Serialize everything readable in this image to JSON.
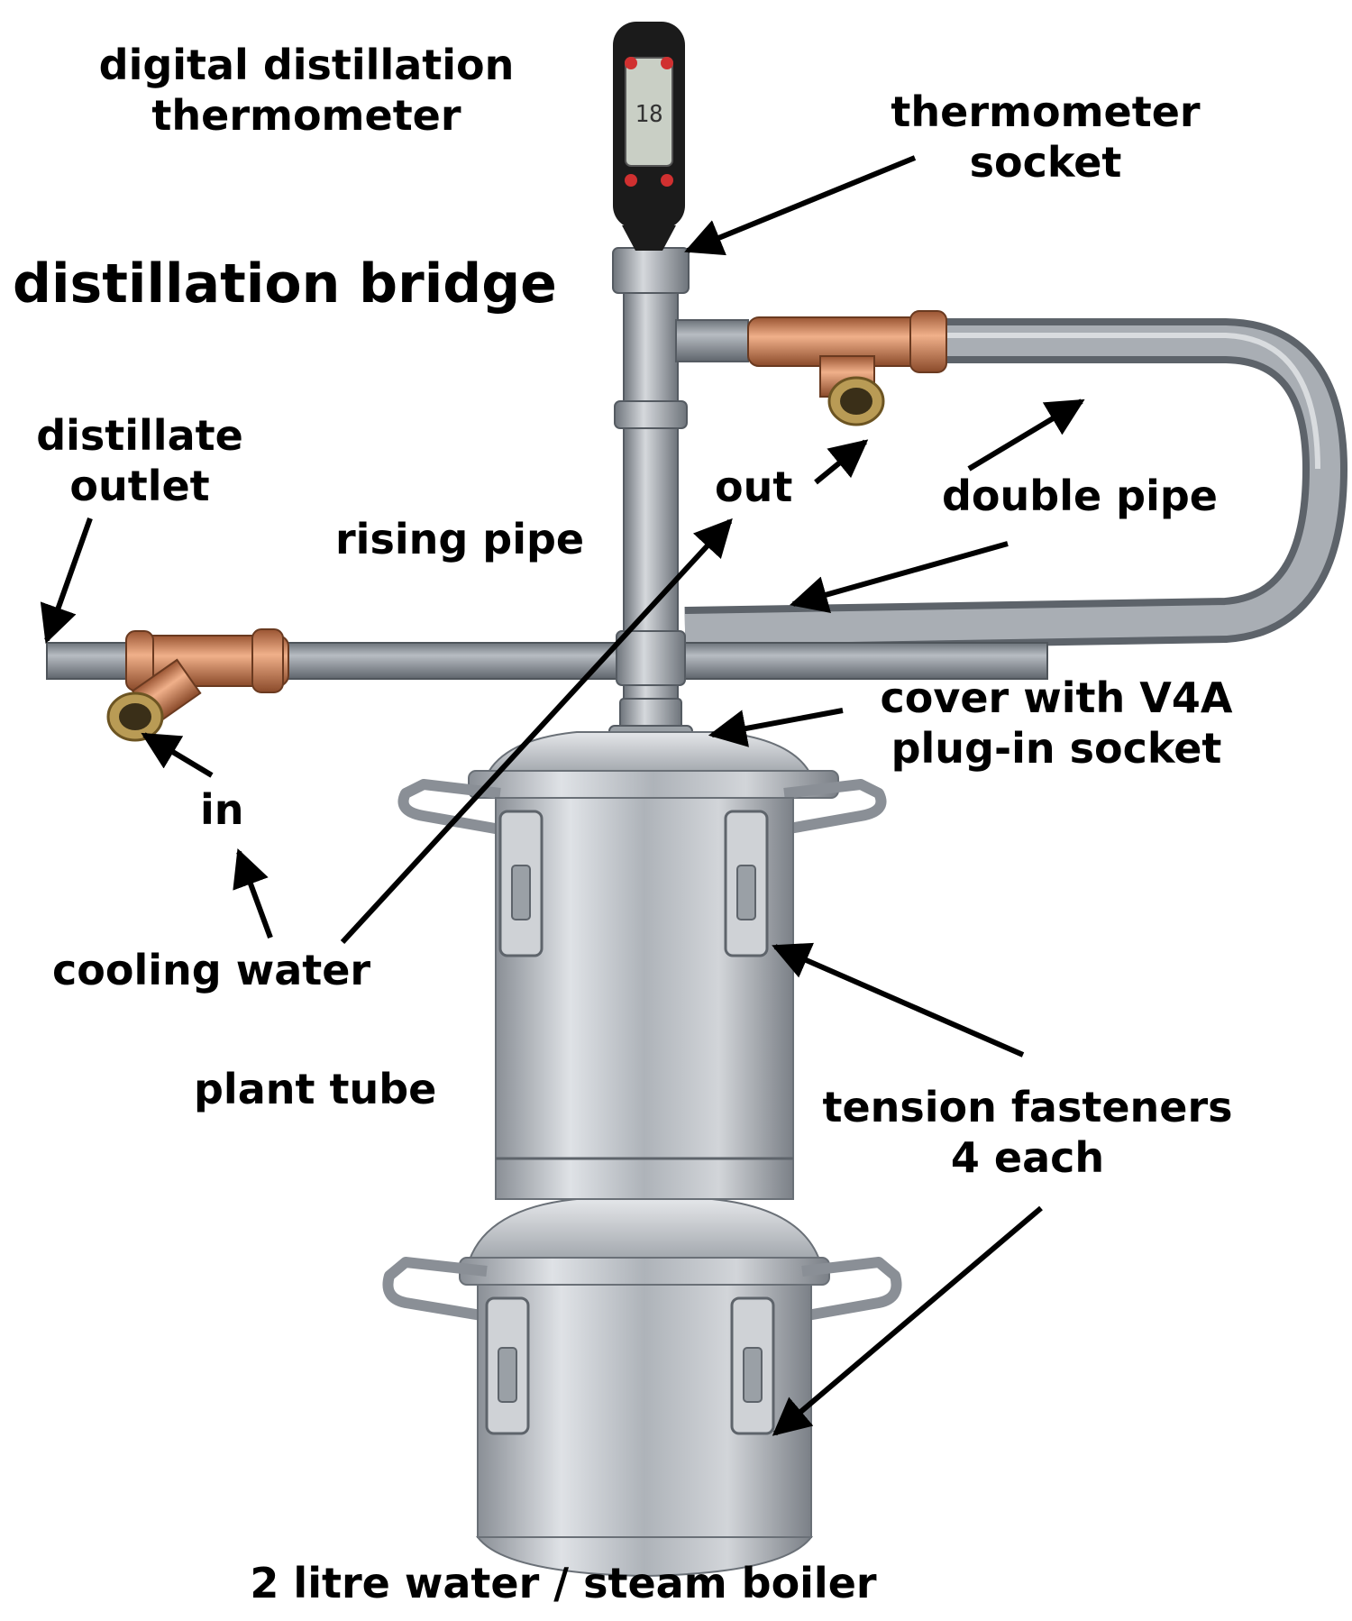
{
  "labels": {
    "digital_thermometer": [
      "digital distillation",
      "thermometer"
    ],
    "thermometer_socket": [
      "thermometer",
      "socket"
    ],
    "distillation_bridge": "distillation bridge",
    "distillate_outlet": [
      "distillate",
      "outlet"
    ],
    "out": "out",
    "double_pipe": "double pipe",
    "rising_pipe": "rising pipe",
    "cover": [
      "cover with V4A",
      "plug-in socket"
    ],
    "in": "in",
    "cooling_water": "cooling water",
    "plant_tube": "plant tube",
    "tension_fasteners": [
      "tension fasteners",
      "4 each"
    ],
    "boiler": "2 litre water / steam boiler"
  },
  "colors": {
    "steel": "#b8bcc2",
    "steel_dark": "#7e838a",
    "pipe": "#8e959d",
    "copper": "#c47a52",
    "brass": "#b89a55",
    "thermometer_body": "#1a1a1a",
    "thermometer_button": "#d03030"
  }
}
